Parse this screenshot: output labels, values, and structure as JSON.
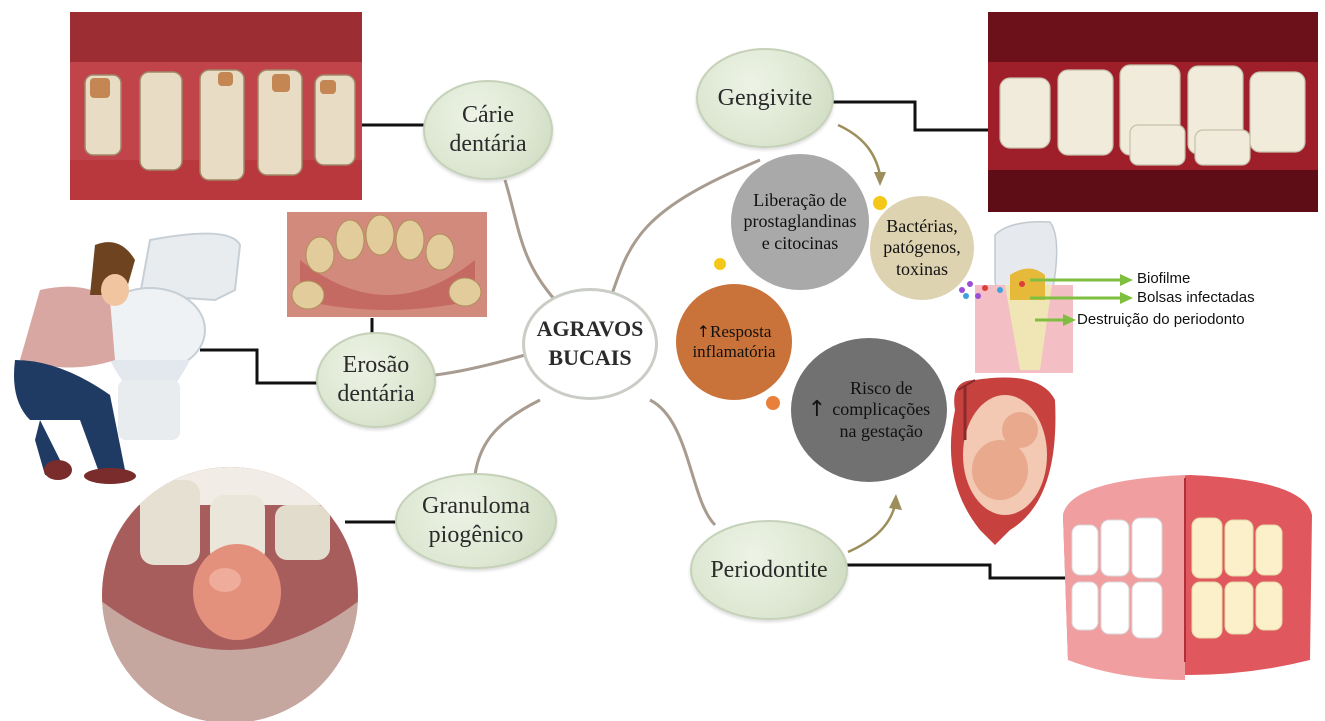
{
  "center": {
    "line1": "AGRAVOS",
    "line2": "BUCAIS"
  },
  "topics": {
    "carie": {
      "line1": "Cárie",
      "line2": "dentária"
    },
    "erosao": {
      "line1": "Erosão",
      "line2": "dentária"
    },
    "granuloma": {
      "line1": "Granuloma",
      "line2": "piogênico"
    },
    "gengivite": {
      "label": "Gengivite"
    },
    "periodontite": {
      "label": "Periodontite"
    }
  },
  "effects": {
    "liberacao": {
      "line1": "Liberação de",
      "line2": "prostaglandinas",
      "line3": "e citocinas"
    },
    "bacterias": {
      "line1": "Bactérias,",
      "line2": "patógenos,",
      "line3": "toxinas"
    },
    "resposta": {
      "line1": "Resposta",
      "line2": "inflamatória"
    },
    "risco": {
      "line1": "Risco de",
      "line2": "complicações",
      "line3": "na gestação"
    }
  },
  "periodonto_labels": [
    "Biofilme",
    "Bolsas infectadas",
    "Destruição do periodonto"
  ],
  "colors": {
    "topic_fill": "#dde7d2",
    "gray_bubble": "#a9a9a9",
    "tan_bubble": "#ded3b0",
    "orange_bubble": "#c9733a",
    "dark_bubble": "#717171",
    "connector": "#a89b8f",
    "arrow": "#9c8f5c",
    "green_arrow": "#7fbf3f",
    "dot_yellow": "#f4c818",
    "dot_orange": "#e8803c"
  },
  "icons": [
    "caries-photo",
    "vomiting-woman-illustration",
    "erosion-photo",
    "granuloma-photo",
    "gingivitis-photo",
    "periodontium-illustration",
    "uterus-fetus-illustration",
    "teeth-comparison-illustration"
  ]
}
